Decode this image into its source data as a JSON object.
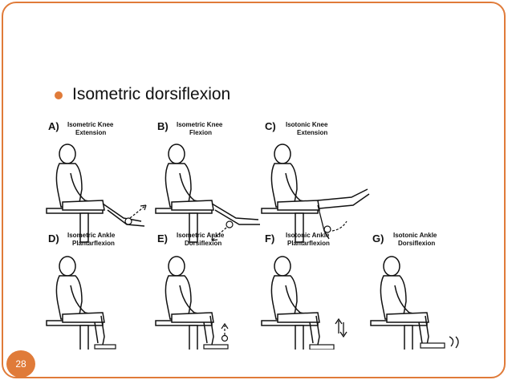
{
  "slide": {
    "bullet": "Isometric dorsiflexion",
    "page_number": "28"
  },
  "figure": {
    "panels": [
      {
        "letter": "A)",
        "line1": "Isometric Knee",
        "line2": "Extension"
      },
      {
        "letter": "B)",
        "line1": "Isometric Knee",
        "line2": "Flexion"
      },
      {
        "letter": "C)",
        "line1": "Isotonic Knee",
        "line2": "Extension"
      },
      {
        "letter": "D)",
        "line1": "Isometric Ankle",
        "line2": "Plantarflexion"
      },
      {
        "letter": "E)",
        "line1": "Isometric Ankle",
        "line2": "Dorsiflexion"
      },
      {
        "letter": "F)",
        "line1": "Isotonic Ankle",
        "line2": "Plantarflexion"
      },
      {
        "letter": "G)",
        "line1": "Isotonic Ankle",
        "line2": "Dorsiflexion"
      }
    ]
  },
  "colors": {
    "accent": "#e07b39",
    "line": "#111111"
  }
}
